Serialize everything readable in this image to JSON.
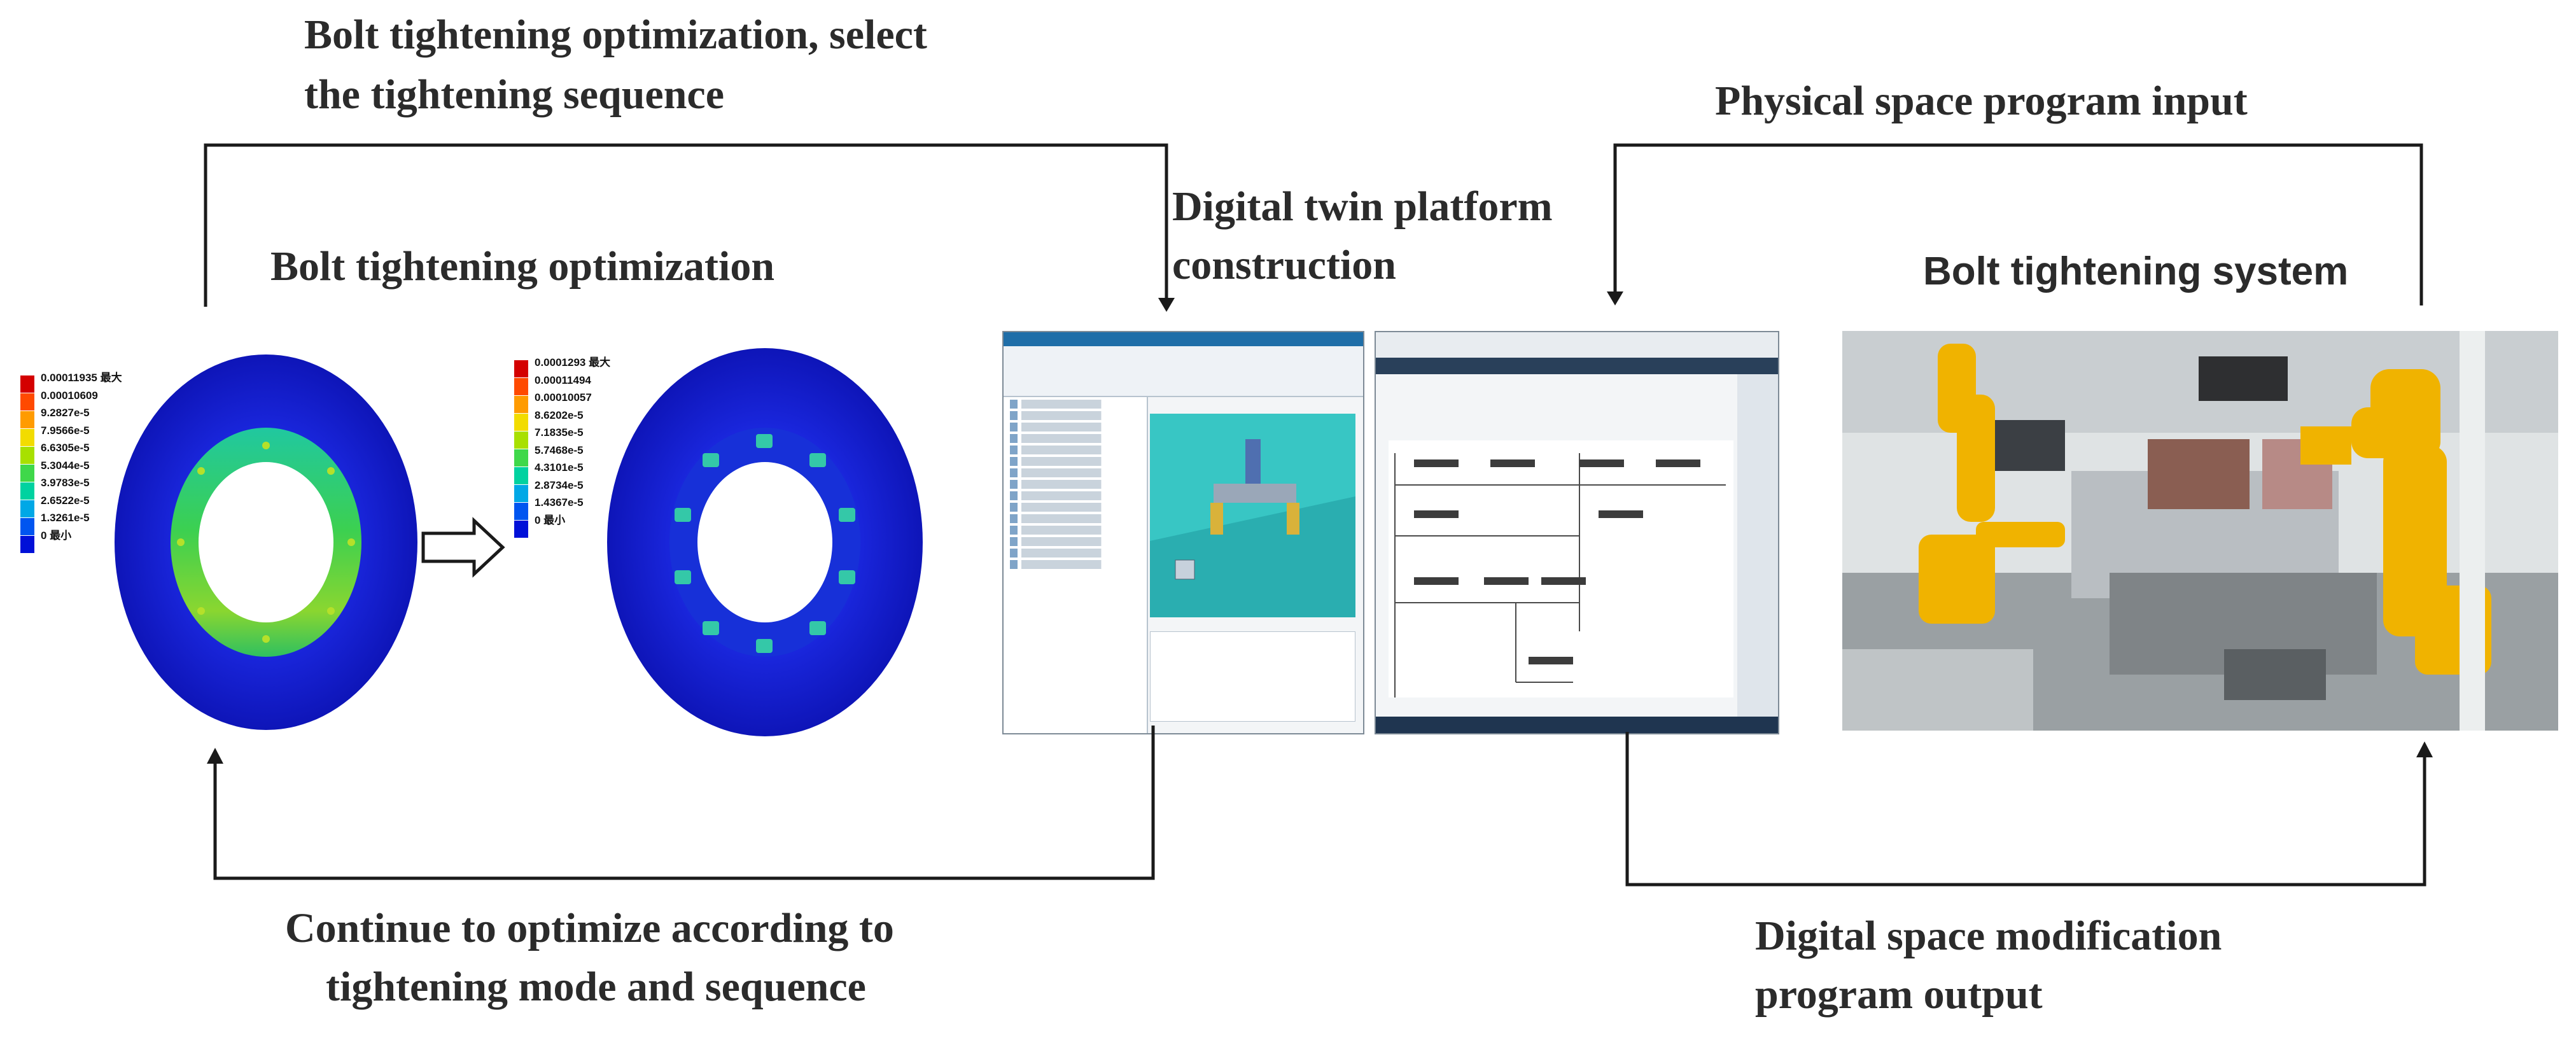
{
  "labels": {
    "top_left": [
      "Bolt tightening optimization, select",
      "the tightening sequence"
    ],
    "left_heading": "Bolt tightening optimization",
    "center_heading": [
      "Digital twin platform",
      "construction"
    ],
    "top_right": "Physical space program input",
    "right_heading": "Bolt tightening system",
    "bottom_left": [
      "Continue to optimize according to",
      "tightening mode and sequence"
    ],
    "bottom_right": [
      "Digital space modification",
      "program output"
    ]
  },
  "legend_before": {
    "max_label": "0.00011935 最大",
    "values": [
      "0.00010609",
      "9.2827e-5",
      "7.9566e-5",
      "6.6305e-5",
      "5.3044e-5",
      "3.9783e-5",
      "2.6522e-5",
      "1.3261e-5"
    ],
    "min_label": "0 最小"
  },
  "legend_after": {
    "max_label": "0.0001293 最大",
    "values": [
      "0.00011494",
      "0.00010057",
      "8.6202e-5",
      "7.1835e-5",
      "5.7468e-5",
      "4.3101e-5",
      "2.8734e-5",
      "1.4367e-5"
    ],
    "min_label": "0 最小"
  },
  "colors": {
    "text": "#2b2b2b",
    "arrow": "#1a1a1a",
    "disk_blue": "#1b23d6",
    "contour": [
      "#d40000",
      "#ff4a00",
      "#ff9b00",
      "#f2dc00",
      "#a8e000",
      "#3fd84a",
      "#00d2a0",
      "#00a8e6",
      "#0055f0",
      "#0010d8"
    ]
  },
  "icons": {
    "transition_arrow": "hollow-right-arrow-icon",
    "robot_photo": "industrial-robot-photo",
    "digital_twin_software": "digital-twin-software-screenshot",
    "plc_software": "plc-program-screenshot"
  }
}
